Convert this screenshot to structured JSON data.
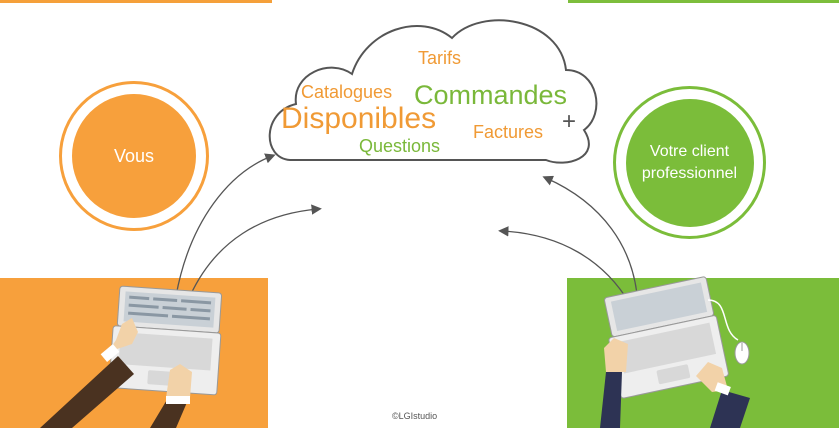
{
  "badges": {
    "left_label": "Vous",
    "right_label": "Votre client professionnel"
  },
  "cloud_words": {
    "tarifs": "Tarifs",
    "catalogues": "Catalogues",
    "commandes": "Commandes",
    "disponibles": "Disponibles",
    "factures": "Factures",
    "questions": "Questions",
    "plus": "+"
  },
  "credit": "©LGIstudio",
  "colors": {
    "orange": "#f7a03c",
    "green": "#7bbd3a",
    "cloud_stroke": "#555555"
  },
  "icons": [
    "cloud-icon",
    "laptop-icon",
    "mouse-icon",
    "hand-icon",
    "plus-icon"
  ]
}
